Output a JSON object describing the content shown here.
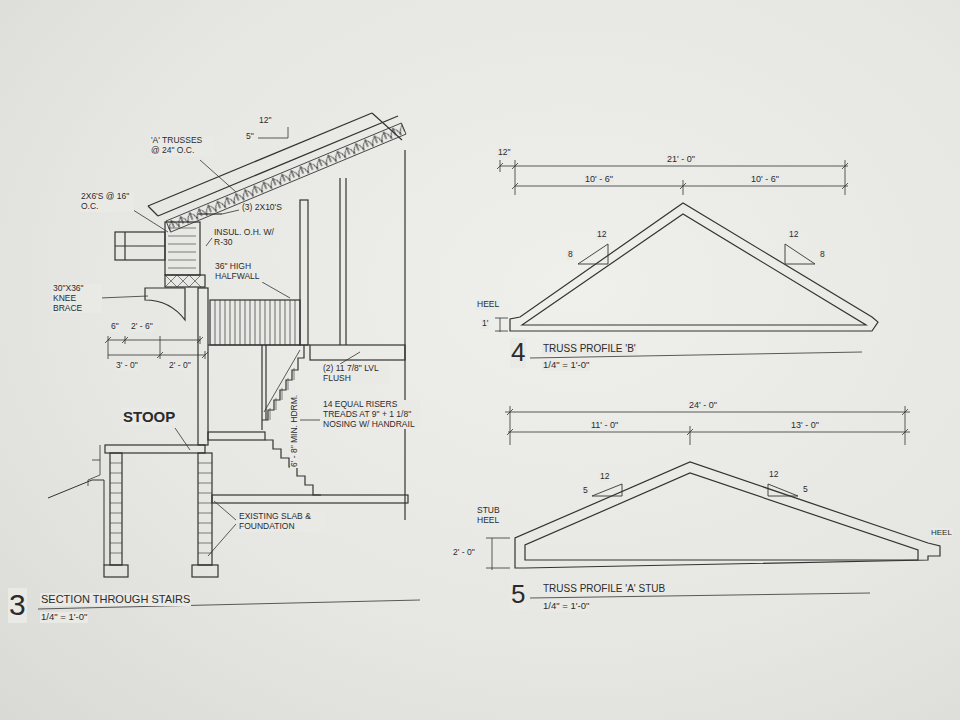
{
  "diagram": {
    "labels": [
      "'A' TRUSSES @ 24\" O.C.",
      "12\"",
      "5\"",
      "2X6'S @ 16\" O.C.",
      "(3) 2X10'S",
      "INSUL. O.H. W/ R-30",
      "36\" HIGH HALFWALL",
      "30\"X36\" KNEE BRACE",
      "6\"",
      "2' - 6\"",
      "3' - 0\"",
      "2' - 0\"",
      "(2) 11 7/8\" LVL FLUSH",
      "14 EQUAL RISERS TREADS AT 9\" + 1 1/8\" NOSING W/ HANDRAIL",
      "6' - 8\" MIN. HDRM.",
      "STOOP",
      "EXISTING SLAB & FOUNDATION",
      "3",
      "SECTION THROUGH STAIRS",
      "1/4\" = 1'-0\"",
      "12\"",
      "21' - 0\"",
      "10' - 6\"",
      "10' - 6\"",
      "12",
      "8",
      "12",
      "8",
      "HEEL",
      "1'",
      "4",
      "TRUSS PROFILE 'B'",
      "1/4\" = 1'-0\"",
      "24' - 0\"",
      "11' - 0\"",
      "13' - 0\"",
      "12",
      "5",
      "12",
      "5",
      "STUB HEEL",
      "2' - 0\"",
      "HEEL",
      "5",
      "TRUSS PROFILE 'A' STUB",
      "1/4\" = 1'-0\""
    ]
  }
}
